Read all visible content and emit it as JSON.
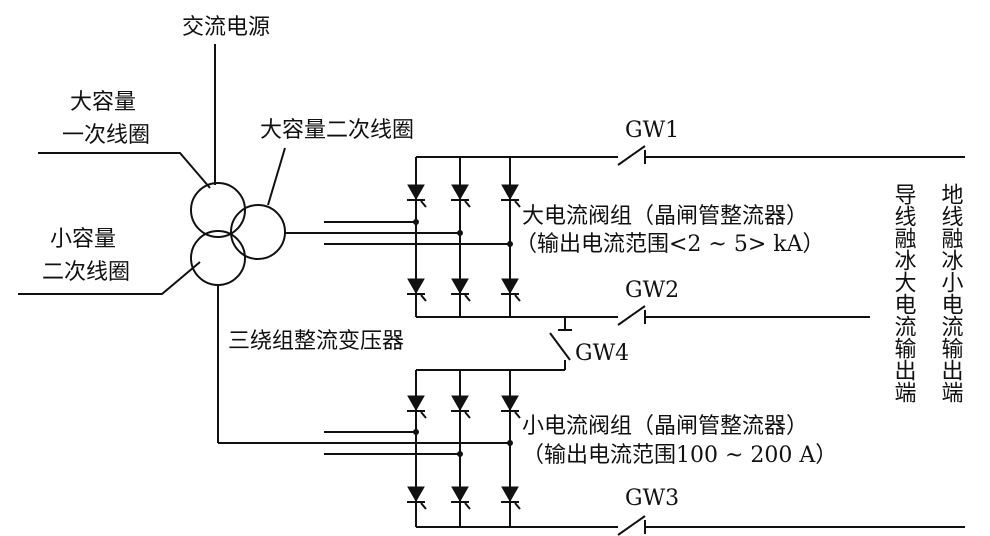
{
  "labels": {
    "ac_source": "交流电源",
    "big_primary_line1": "大容量",
    "big_primary_line2": "一次线圈",
    "big_secondary": "大容量二次线圈",
    "small_secondary_line1": "小容量",
    "small_secondary_line2": "二次线圈",
    "transformer": "三绕组整流变压器",
    "big_valve_title": "大电流阀组（晶闸管整流器）",
    "big_valve_range": "（输出电流范围<2 ~ 5> kA）",
    "small_valve_title": "小电流阀组（晶闸管整流器）",
    "small_valve_range": "（输出电流范围100 ~ 200 A）",
    "big_output": "导线融冰大电流输出端",
    "small_output": "地线融冰小电流输出端"
  },
  "switches": {
    "gw1": "GW1",
    "gw2": "GW2",
    "gw3": "GW3",
    "gw4": "GW4"
  }
}
